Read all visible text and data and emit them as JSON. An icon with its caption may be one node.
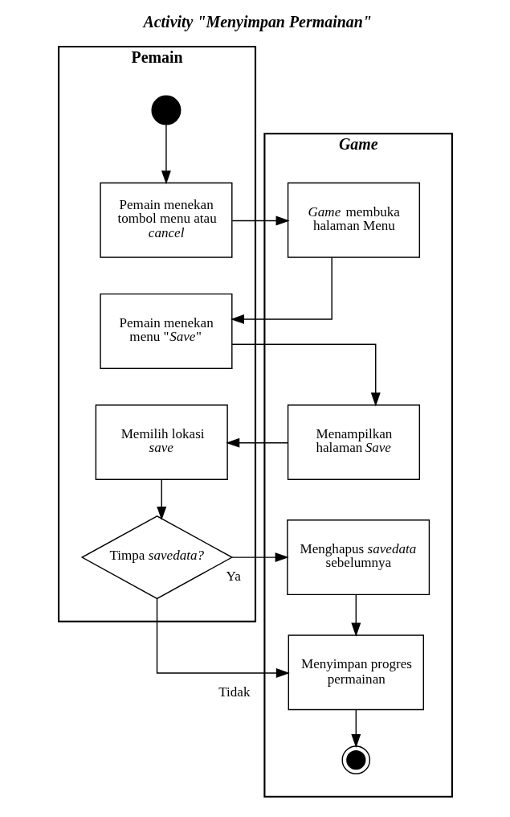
{
  "diagram": {
    "title": "Activity \"Menyimpan Permainan\"",
    "nodes": [
      {
        "text": [
          "Pemain"
        ]
      },
      {
        "text": [
          "Game"
        ]
      },
      {
        "text": [],
        "shape": "circle",
        "in": 0
      },
      {
        "text": [
          "Pemain menekan tombol menu atau *cancel*"
        ],
        "in": 0
      },
      {
        "text": [
          "*Game* membuka halaman Menu"
        ],
        "in": 1
      },
      {
        "text": [
          "Pemain menekan menu \"*Save*\""
        ],
        "in": 0
      },
      {
        "text": [
          "Menampilkan halaman *Save*"
        ],
        "in": 1
      },
      {
        "text": [
          "Memilih lokasi *save*"
        ],
        "in": 0
      },
      {
        "text": [
          "Timpa *savedata?*"
        ],
        "in": 0
      },
      {
        "text": [
          "Menghapus *savedata* sebelumnya"
        ],
        "in": 1
      },
      {
        "text": [
          "Menyimpan progres permainan"
        ],
        "in": 1
      },
      {
        "text": [],
        "shape": "circle",
        "in": 1
      }
    ],
    "edges": [
      {
        "from": 2,
        "to": 3,
        "arrow": "to"
      },
      {
        "from": 3,
        "to": 4,
        "arrow": "to"
      },
      {
        "from": 4,
        "to": 5,
        "arrow": "to"
      },
      {
        "from": 5,
        "to": 6,
        "arrow": "to"
      },
      {
        "from": 6,
        "to": 7,
        "arrow": "to"
      },
      {
        "from": 7,
        "to": 8,
        "arrow": "to"
      },
      {
        "from": 8,
        "to": 9,
        "label": "Ya",
        "arrow": "to"
      },
      {
        "from": 8,
        "to": 10,
        "label": "Tidak",
        "arrow": "to"
      },
      {
        "from": 9,
        "to": 10,
        "arrow": "to"
      },
      {
        "from": 10,
        "to": 11,
        "arrow": "to"
      }
    ]
  }
}
